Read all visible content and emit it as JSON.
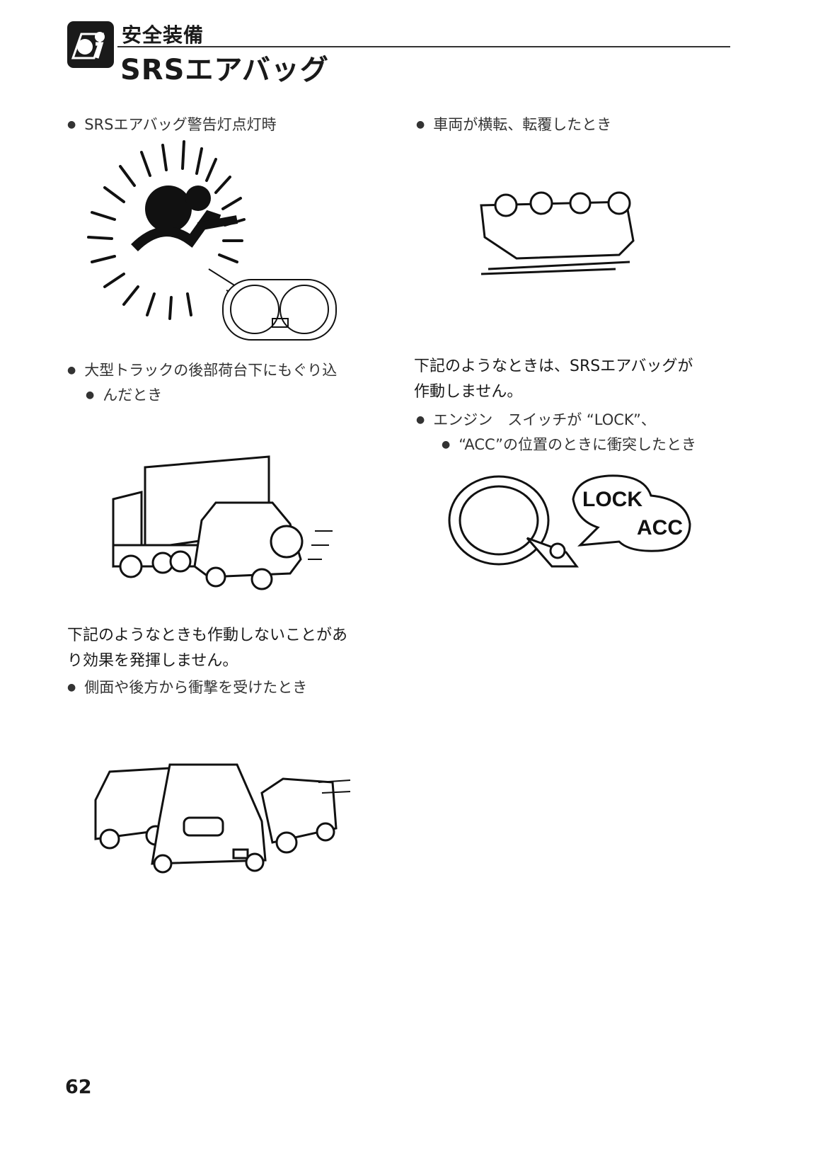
{
  "header": {
    "category": "安全装備",
    "title": "SRSエアバッグ"
  },
  "left": {
    "bullet1": "SRSエアバッグ警告灯点灯時",
    "bullet2_line1": "大型トラックの後部荷台下にもぐり込",
    "bullet2_line2": "んだとき",
    "para_line1": "下記のようなときも作動しないことがあ",
    "para_line2": "り効果を発揮しません。",
    "bullet3": "側面や後方から衝撃を受けたとき"
  },
  "right": {
    "bullet1": "車両が横転、転覆したとき",
    "para_line1": "下記のようなときは、SRSエアバッグが",
    "para_line2": "作動しません。",
    "bullet2_line1": "エンジン　スイッチが “LOCK”、",
    "bullet2_line2": "“ACC”の位置のときに衝突したとき",
    "illustration_labels": {
      "lock": "LOCK",
      "acc": "ACC"
    }
  },
  "page_number": "62"
}
